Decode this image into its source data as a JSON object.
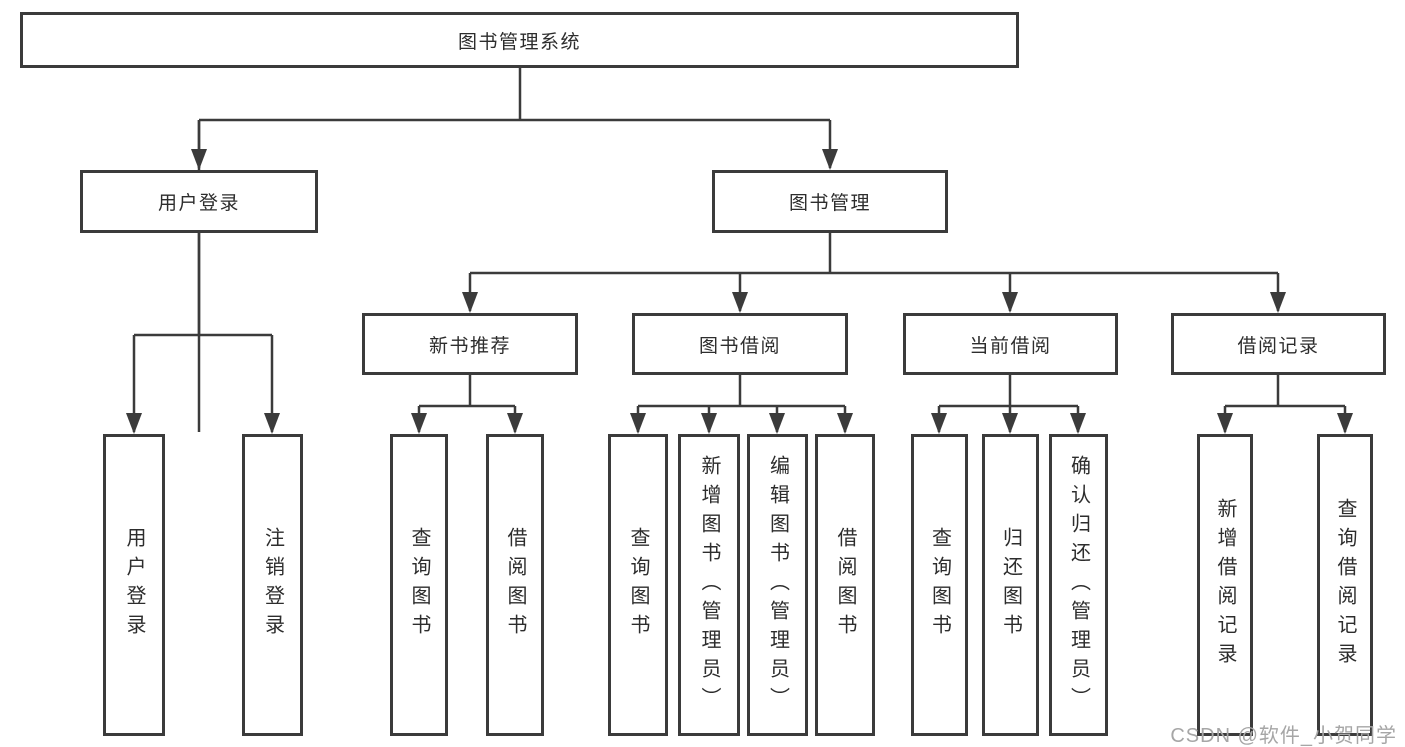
{
  "diagram": {
    "root": "图书管理系统",
    "branches": [
      {
        "label": "用户登录",
        "children": [
          "用户登录",
          "注销登录"
        ]
      },
      {
        "label": "图书管理",
        "sections": [
          {
            "label": "新书推荐",
            "children": [
              "查询图书",
              "借阅图书"
            ]
          },
          {
            "label": "图书借阅",
            "children": [
              "查询图书",
              "新增图书（管理员）",
              "编辑图书（管理员）",
              "借阅图书"
            ]
          },
          {
            "label": "当前借阅",
            "children": [
              "查询图书",
              "归还图书",
              "确认归还（管理员）"
            ]
          },
          {
            "label": "借阅记录",
            "children": [
              "新增借阅记录",
              "查询借阅记录"
            ]
          }
        ]
      }
    ]
  },
  "watermark": "CSDN @软件_小贺同学",
  "colors": {
    "line": "#3b3b3b",
    "text": "#2d2d2d",
    "watermark": "#a6a6a6"
  }
}
